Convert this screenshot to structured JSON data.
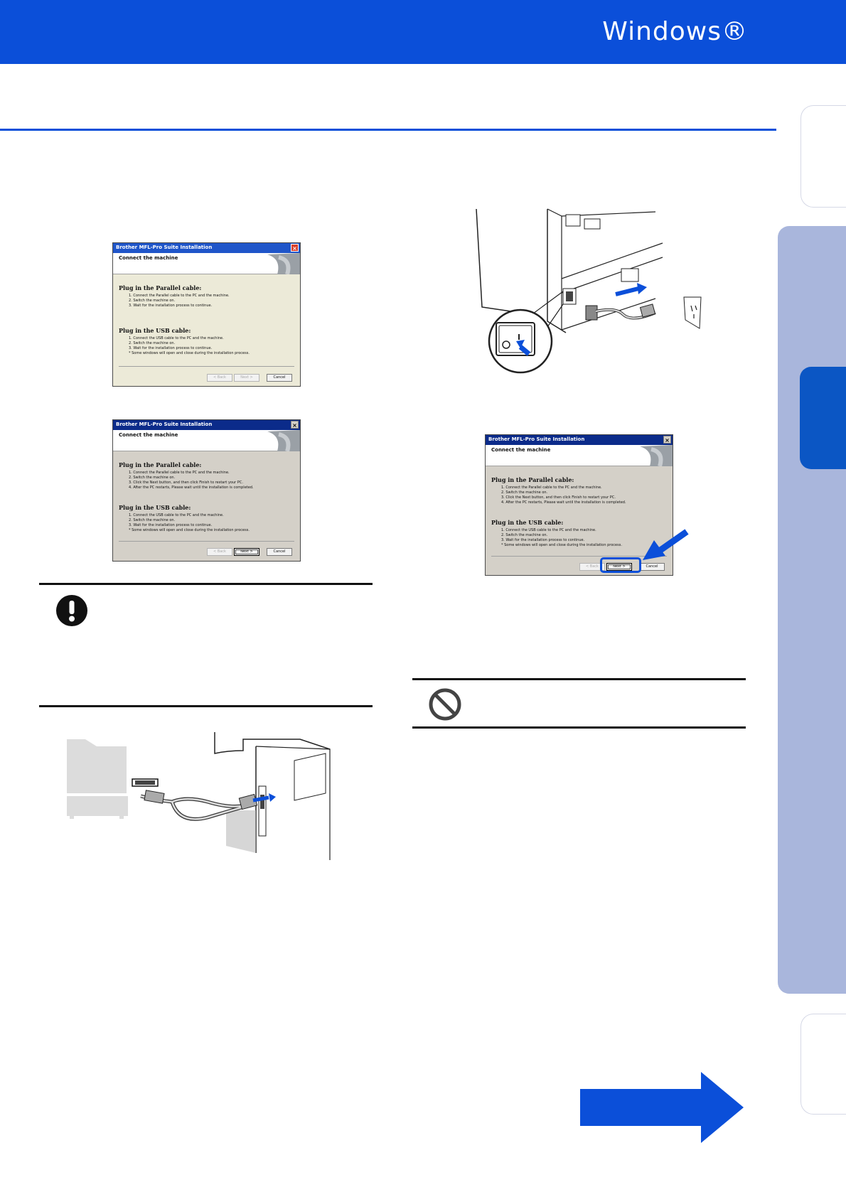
{
  "header": {
    "title": "Windows®"
  },
  "colors": {
    "brand_blue": "#0b4fd9",
    "tab_panel": "#a9b6dc",
    "tab_active": "#0b56c4"
  },
  "icons": [
    "exclamation-icon",
    "prohibited-icon",
    "next-page-arrow-icon"
  ],
  "dialog_xp": {
    "title": "Brother MFL-Pro Suite Installation",
    "heading": "Connect the machine",
    "parallel_heading": "Plug in the Parallel cable:",
    "parallel_steps": [
      "1. Connect the Parallel cable to the PC and the machine.",
      "2. Switch the machine on.",
      "3. Wait for the installation process to continue."
    ],
    "usb_heading": "Plug in the USB cable:",
    "usb_steps": [
      "1. Connect the USB cable to the PC and the machine.",
      "2. Switch the machine on.",
      "3. Wait for the installation process to continue.",
      "* Some windows will open and close during the installation process."
    ],
    "buttons": {
      "back": "< Back",
      "next": "Next >",
      "cancel": "Cancel"
    }
  },
  "dialog_classic": {
    "title": "Brother MFL-Pro Suite Installation",
    "heading": "Connect the machine",
    "parallel_heading": "Plug in the Parallel cable:",
    "parallel_steps": [
      "1. Connect the Parallel cable to the PC and the machine.",
      "2. Switch the machine on.",
      "3. Click the Next button, and then click Finish to restart your PC.",
      "4. After the PC restarts, Please wait until the installation is completed."
    ],
    "usb_heading": "Plug in the USB cable:",
    "usb_steps": [
      "1. Connect the USB cable to the PC and the machine.",
      "2. Switch the machine on.",
      "3. Wait for the installation process to continue.",
      "* Some windows will open and close during the installation process."
    ],
    "buttons": {
      "back": "< Back",
      "next": "Next >",
      "cancel": "Cancel"
    }
  }
}
